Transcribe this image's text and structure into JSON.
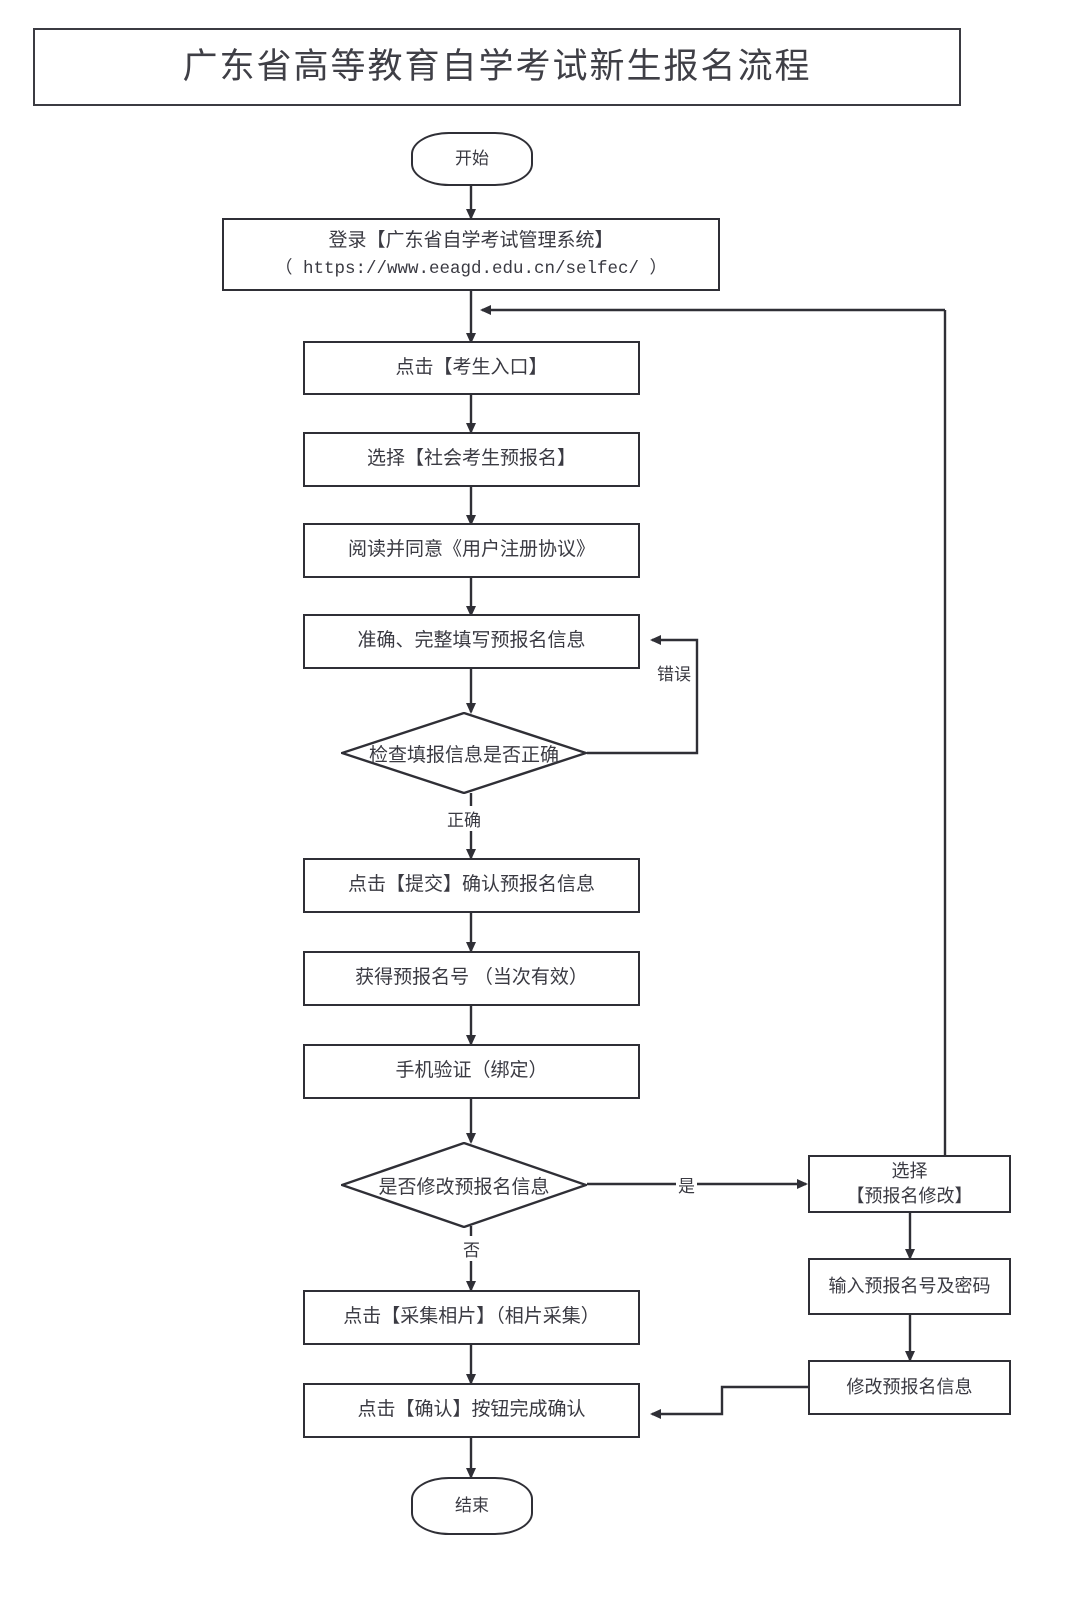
{
  "title": "广东省高等教育自学考试新生报名流程",
  "nodes": {
    "start": "开始",
    "login_line1": "登录【广东省自学考试管理系统】",
    "login_line2": "（ https://www.eeagd.edu.cn/selfec/ ）",
    "candidate_entry": "点击【考生入口】",
    "social_pre_register": "选择【社会考生预报名】",
    "read_agreement": "阅读并同意《用户注册协议》",
    "fill_info": "准确、完整填写预报名信息",
    "check_info": "检查填报信息是否正确",
    "submit_confirm": "点击【提交】确认预报名信息",
    "get_number": "获得预报名号 （当次有效）",
    "phone_verify": "手机验证（绑定）",
    "modify_decision": "是否修改预报名信息",
    "collect_photo": "点击【采集相片】（相片采集）",
    "confirm_button": "点击【确认】按钮完成确认",
    "end": "结束",
    "select_modify_line1": "选择",
    "select_modify_line2": "【预报名修改】",
    "input_number_password": "输入预报名号及密码",
    "modify_info": "修改预报名信息"
  },
  "edge_labels": {
    "error": "错误",
    "correct": "正确",
    "yes": "是",
    "no": "否"
  },
  "colors": {
    "stroke": "#2f2f36",
    "text": "#3a3a42",
    "background": "#ffffff"
  },
  "chart_data": {
    "type": "flowchart",
    "title": "广东省高等教育自学考试新生报名流程",
    "orientation": "top-to-bottom",
    "nodes": [
      {
        "id": "start",
        "label": "开始",
        "shape": "terminator"
      },
      {
        "id": "login",
        "label": "登录【广东省自学考试管理系统】（ https://www.eeagd.edu.cn/selfec/ ）",
        "shape": "process"
      },
      {
        "id": "entry",
        "label": "点击【考生入口】",
        "shape": "process"
      },
      {
        "id": "social",
        "label": "选择【社会考生预报名】",
        "shape": "process"
      },
      {
        "id": "agree",
        "label": "阅读并同意《用户注册协议》",
        "shape": "process"
      },
      {
        "id": "fill",
        "label": "准确、完整填写预报名信息",
        "shape": "process"
      },
      {
        "id": "check",
        "label": "检查填报信息是否正确",
        "shape": "decision"
      },
      {
        "id": "submit",
        "label": "点击【提交】确认预报名信息",
        "shape": "process"
      },
      {
        "id": "number",
        "label": "获得预报名号 （当次有效）",
        "shape": "process"
      },
      {
        "id": "phone",
        "label": "手机验证（绑定）",
        "shape": "process"
      },
      {
        "id": "modifyq",
        "label": "是否修改预报名信息",
        "shape": "decision"
      },
      {
        "id": "photo",
        "label": "点击【采集相片】（相片采集）",
        "shape": "process"
      },
      {
        "id": "confirm",
        "label": "点击【确认】按钮完成确认",
        "shape": "process"
      },
      {
        "id": "end",
        "label": "结束",
        "shape": "terminator"
      },
      {
        "id": "selmod",
        "label": "选择【预报名修改】",
        "shape": "process"
      },
      {
        "id": "inputnum",
        "label": "输入预报名号及密码",
        "shape": "process"
      },
      {
        "id": "modinfo",
        "label": "修改预报名信息",
        "shape": "process"
      }
    ],
    "edges": [
      {
        "from": "start",
        "to": "login",
        "label": ""
      },
      {
        "from": "login",
        "to": "entry",
        "label": ""
      },
      {
        "from": "entry",
        "to": "social",
        "label": ""
      },
      {
        "from": "social",
        "to": "agree",
        "label": ""
      },
      {
        "from": "agree",
        "to": "fill",
        "label": ""
      },
      {
        "from": "fill",
        "to": "check",
        "label": ""
      },
      {
        "from": "check",
        "to": "fill",
        "label": "错误"
      },
      {
        "from": "check",
        "to": "submit",
        "label": "正确"
      },
      {
        "from": "submit",
        "to": "number",
        "label": ""
      },
      {
        "from": "number",
        "to": "phone",
        "label": ""
      },
      {
        "from": "phone",
        "to": "modifyq",
        "label": ""
      },
      {
        "from": "modifyq",
        "to": "selmod",
        "label": "是"
      },
      {
        "from": "modifyq",
        "to": "photo",
        "label": "否"
      },
      {
        "from": "selmod",
        "to": "inputnum",
        "label": ""
      },
      {
        "from": "inputnum",
        "to": "modinfo",
        "label": ""
      },
      {
        "from": "modinfo",
        "to": "confirm",
        "label": ""
      },
      {
        "from": "photo",
        "to": "confirm",
        "label": ""
      },
      {
        "from": "confirm",
        "to": "end",
        "label": ""
      },
      {
        "from": "selmod",
        "to": "entry",
        "label": ""
      }
    ]
  }
}
